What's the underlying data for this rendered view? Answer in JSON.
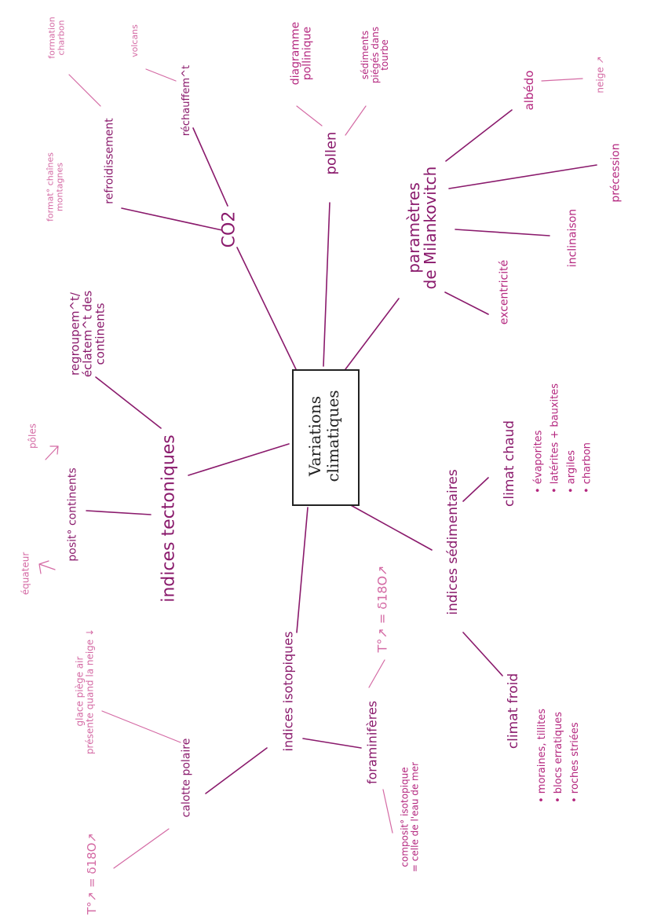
{
  "center": {
    "line1": "Variations",
    "line2": "climatiques"
  },
  "branches": {
    "co2": "CO2",
    "refroidissement": "refroidissement",
    "formation_charbon": "formation\ncharbon",
    "format_chaines": "format° chaînes\nmontagnes",
    "rechauffement": "réchauffem^t",
    "volcans": "volcans",
    "pollen": "pollen",
    "diagramme_pollinique": "diagramme\npollinique",
    "sediments_pieges": "sédiments\npiégés dans\ntourbe",
    "milankovitch": "paramètres\nde Milankovitch",
    "albedo": "albédo",
    "neige": "neige ↗",
    "precession": "précession",
    "inclinaison": "inclinaison",
    "excentricite": "excentricité",
    "regroupement": "regroupem^t/\néclatem^t des\ncontinents",
    "indices_tectoniques": "indices tectoniques",
    "posit_continents": "posit° continents",
    "poles": "pôles",
    "equateur": "équateur",
    "indices_sedimentaires": "indices sédimentaires",
    "climat_chaud": "climat chaud",
    "climat_chaud_items": "• évaporites\n• latérites + bauxites\n• argiles\n• charbon",
    "climat_froid": "climat froid",
    "climat_froid_items": "• moraines, tillites\n• blocs erratiques\n• roches striées",
    "indices_isotopiques": "indices isotopiques",
    "foraminiferes": "foraminifères",
    "t_foram": "T°↗ = δ18O↗",
    "compo_isotopique": "composit° isotopique\n= celle de l'eau de mer",
    "calotte_polaire": "calotte polaire",
    "glace_piege": "glace piège air\nprésente quand la neige ↓",
    "t_calotte": "T°↗ = δ18O↗"
  },
  "colors": {
    "dark": "#8a1a6c",
    "mid": "#b4277f",
    "light": "#d46aa4",
    "box": "#222222"
  }
}
